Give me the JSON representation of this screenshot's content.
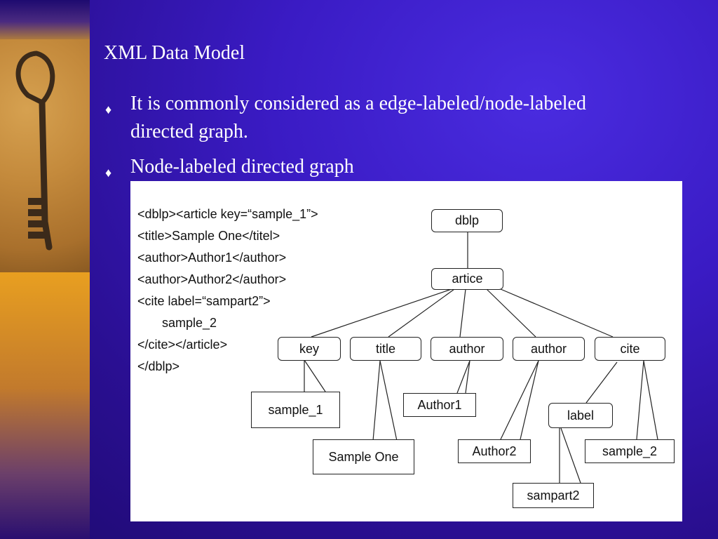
{
  "slide": {
    "title": "XML Data Model",
    "bullets": [
      {
        "marker": "♦",
        "lines": [
          "It is commonly considered as a edge-labeled/node-labeled",
          "directed graph."
        ]
      },
      {
        "marker": "♦",
        "lines": [
          "Node-labeled directed graph"
        ]
      }
    ]
  },
  "xml_lines": [
    "<dblp><article key=“sample_1”>",
    "<title>Sample One</titel>",
    "<author>Author1</author>",
    "<author>Author2</author>",
    "<cite label=“sampart2”>",
    "       sample_2",
    "</cite></article>",
    "</dblp>"
  ],
  "graph": {
    "nodes": {
      "dblp": "dblp",
      "article": "artice",
      "key": "key",
      "title": "title",
      "author1": "author",
      "author2": "author",
      "cite": "cite",
      "label": "label",
      "v_sample1": "sample_1",
      "v_sampleone": "Sample One",
      "v_author1": "Author1",
      "v_author2": "Author2",
      "v_sample2": "sample_2",
      "v_sampart2": "sampart2"
    }
  },
  "colors": {
    "background": "#3a1bc4",
    "text": "#ffffff",
    "panel": "#ffffff"
  }
}
